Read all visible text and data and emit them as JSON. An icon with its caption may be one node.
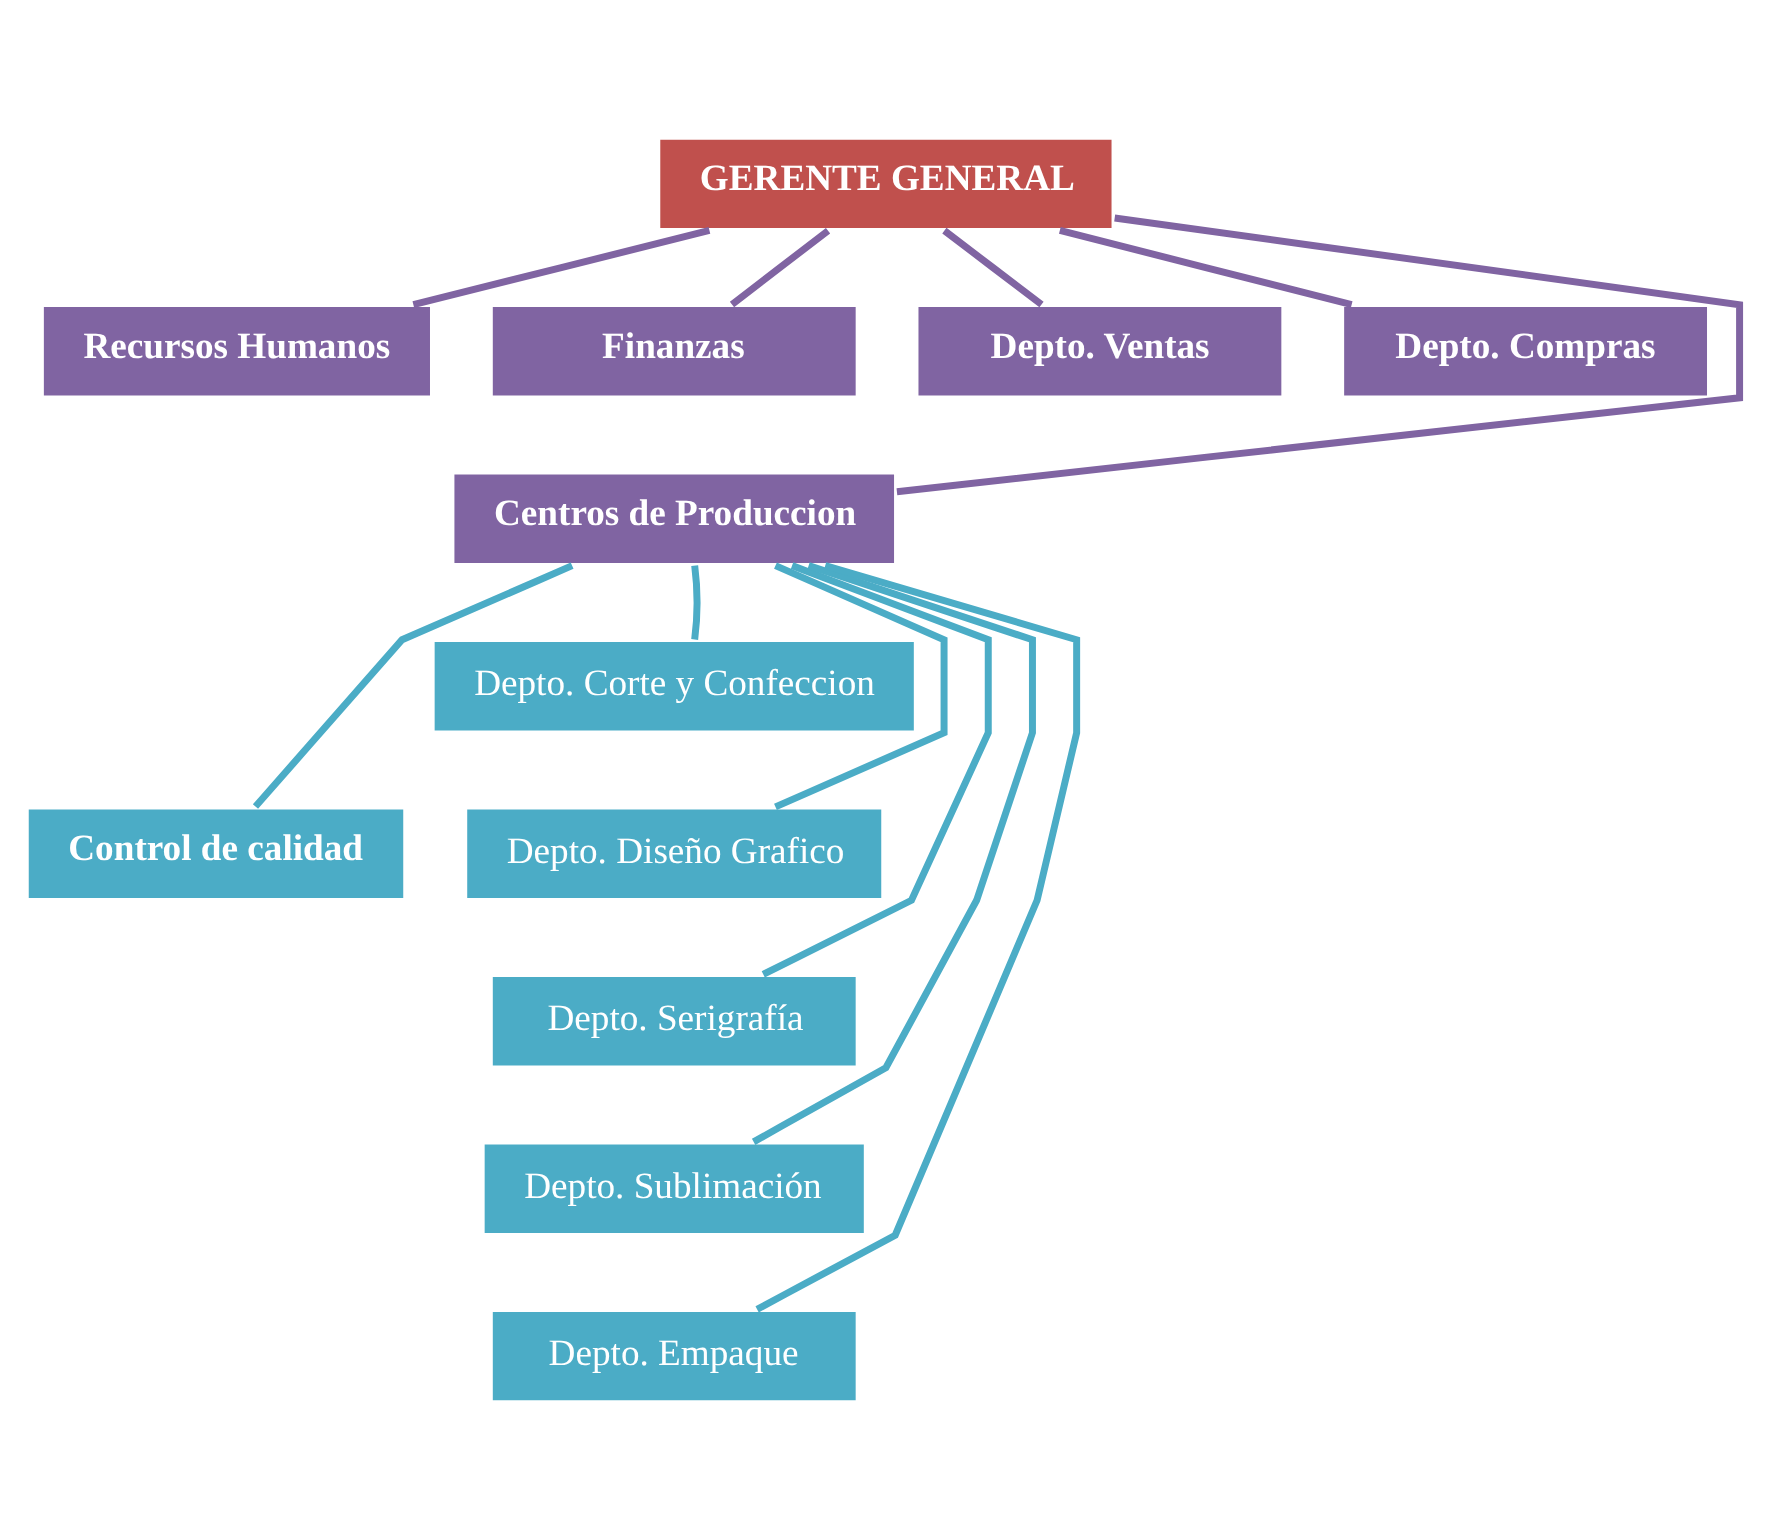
{
  "diagram": {
    "nodes": [
      {
        "text": [
          "GERENTE GENERAL"
        ]
      },
      {
        "text": [
          "Recursos Humanos"
        ]
      },
      {
        "text": [
          "Finanzas"
        ]
      },
      {
        "text": [
          "Depto. Ventas"
        ]
      },
      {
        "text": [
          "Depto. Compras"
        ]
      },
      {
        "text": [
          "Centros de Produccion"
        ]
      },
      {
        "text": [
          "Control de calidad"
        ]
      },
      {
        "text": [
          "Depto. Corte y Confeccion"
        ]
      },
      {
        "text": [
          "Depto. Diseño Grafico"
        ]
      },
      {
        "text": [
          "Depto. Serigrafía"
        ]
      },
      {
        "text": [
          "Depto. Sublimación"
        ]
      },
      {
        "text": [
          "Depto. Empaque"
        ]
      }
    ],
    "edges": [
      {
        "from": 0,
        "to": 1,
        "arrow": "none"
      },
      {
        "from": 0,
        "to": 2,
        "arrow": "none"
      },
      {
        "from": 0,
        "to": 3,
        "arrow": "none"
      },
      {
        "from": 0,
        "to": 4,
        "arrow": "none"
      },
      {
        "from": 0,
        "to": 5,
        "arrow": "none"
      },
      {
        "from": 5,
        "to": 6,
        "arrow": "none"
      },
      {
        "from": 5,
        "to": 7,
        "arrow": "none"
      },
      {
        "from": 5,
        "to": 8,
        "arrow": "none"
      },
      {
        "from": 5,
        "to": 9,
        "arrow": "none"
      },
      {
        "from": 5,
        "to": 10,
        "arrow": "none"
      },
      {
        "from": 5,
        "to": 11,
        "arrow": "none"
      }
    ]
  }
}
